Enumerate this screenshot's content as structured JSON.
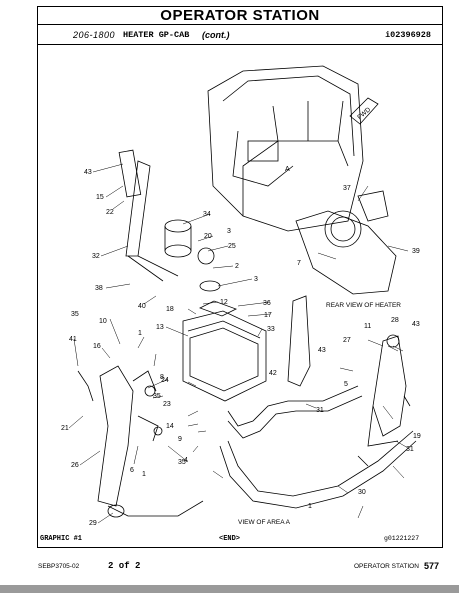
{
  "header": {
    "title": "OPERATOR STATION",
    "part_number": "206-1800",
    "group_name": "HEATER GP-CAB",
    "condition": "(cont.)",
    "illustration_id": "i02396928"
  },
  "drawing": {
    "callouts": [
      "43",
      "15",
      "22",
      "32",
      "34",
      "20",
      "3",
      "25",
      "2",
      "3",
      "38",
      "40",
      "12",
      "36",
      "18",
      "17",
      "33",
      "13",
      "1",
      "35",
      "41",
      "16",
      "10",
      "8",
      "35",
      "24",
      "23",
      "14",
      "9",
      "4",
      "21",
      "26",
      "6",
      "1",
      "35",
      "29",
      "7",
      "37",
      "39",
      "42",
      "11",
      "28",
      "43",
      "27",
      "43",
      "5",
      "19",
      "31",
      "31",
      "30",
      "1"
    ],
    "captions": {
      "rear_view": "REAR VIEW OF HEATER",
      "area_view": "VIEW OF AREA A",
      "fwd": "FWD",
      "area_mark": "A"
    }
  },
  "bottom_line": {
    "graphic": "GRAPHIC #1",
    "end": "<END>",
    "graphic_id": "g01221227"
  },
  "footer": {
    "doc_id": "SEBP3705-02",
    "page_of": "2 of 2",
    "section": "OPERATOR STATION",
    "page_number": "577"
  }
}
